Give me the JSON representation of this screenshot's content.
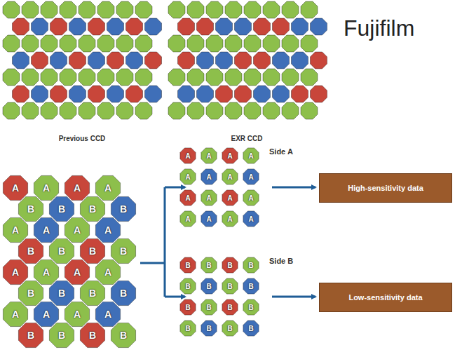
{
  "diagram": {
    "title": "Fujifilm",
    "nodes": [
      {
        "text": [
          "High-sensitivity data"
        ]
      },
      {
        "text": [
          "Low-sensitivity data"
        ]
      }
    ],
    "labels": [
      "Previous CCD",
      "EXR CCD",
      "A",
      "A",
      "A",
      "A",
      "B",
      "B",
      "B",
      "B",
      "A",
      "A",
      "A",
      "A",
      "B",
      "B",
      "B",
      "B",
      "A",
      "A",
      "A",
      "A",
      "B",
      "B",
      "B",
      "B",
      "A",
      "A",
      "A",
      "A",
      "B",
      "B",
      "B",
      "B",
      "Side A",
      "A",
      "A",
      "A",
      "A",
      "A",
      "A",
      "A",
      "A",
      "A",
      "A",
      "A",
      "A",
      "A",
      "A",
      "A",
      "A",
      "Side B",
      "B",
      "B",
      "B",
      "B",
      "B",
      "B",
      "B",
      "B",
      "B",
      "B",
      "B",
      "B",
      "B",
      "B",
      "B",
      "B"
    ]
  }
}
